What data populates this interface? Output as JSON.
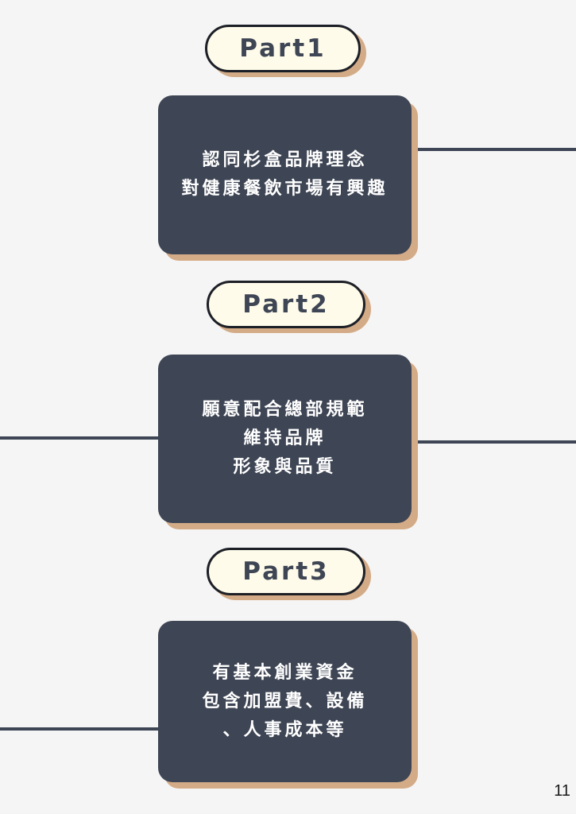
{
  "sections": [
    {
      "part_label": "Part1",
      "lines": [
        "認同杉盒品牌理念",
        "對健康餐飲市場有興趣"
      ]
    },
    {
      "part_label": "Part2",
      "lines": [
        "願意配合總部規範",
        "維持品牌",
        "形象與品質"
      ]
    },
    {
      "part_label": "Part3",
      "lines": [
        "有基本創業資金",
        "包含加盟費、設備",
        "、人事成本等"
      ]
    }
  ],
  "page_number": "11",
  "colors": {
    "background": "#f5f5f5",
    "card": "#3e4554",
    "pill_fill": "#fefbea",
    "shadow": "#d4ab87",
    "text_light": "#ffffff"
  }
}
